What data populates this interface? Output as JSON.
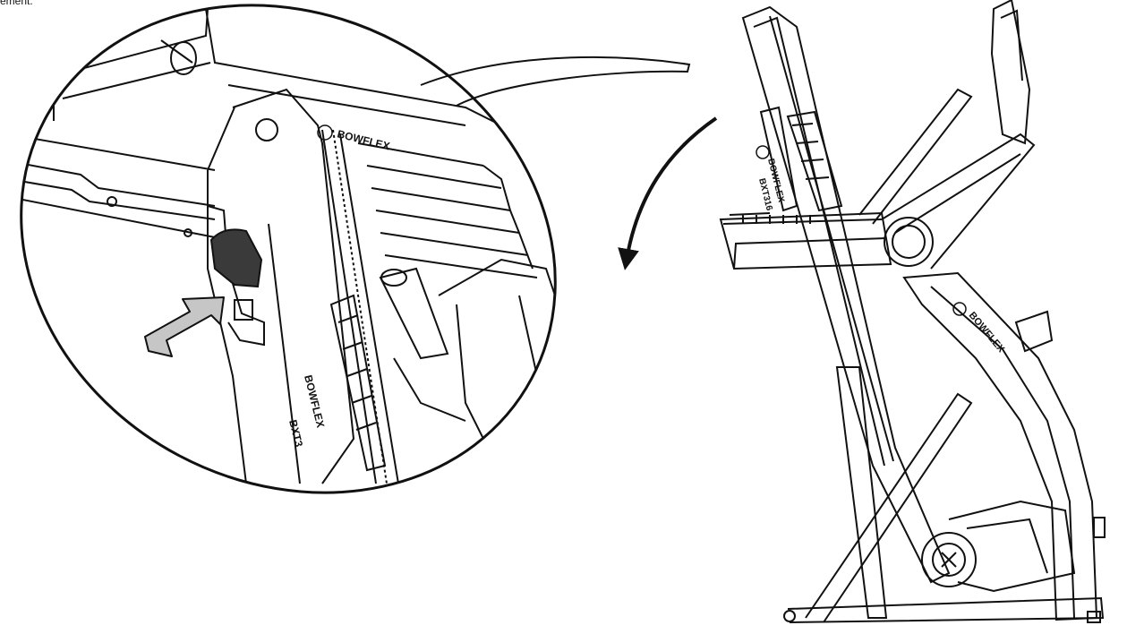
{
  "caption_fragment": "ement.",
  "detail_brand_label": "BOWFLEX",
  "detail_model_label": "BXT3",
  "side_brand_label": "BOWFLEX",
  "side_model_label": "BXT316",
  "colors": {
    "line": "#111111",
    "press_arrow_fill": "#c6c6c6",
    "knob_fill": "#3a3a3a"
  },
  "icons": [
    "press-arrow-icon",
    "fold-arrow-icon",
    "bowflex-logo-icon"
  ]
}
